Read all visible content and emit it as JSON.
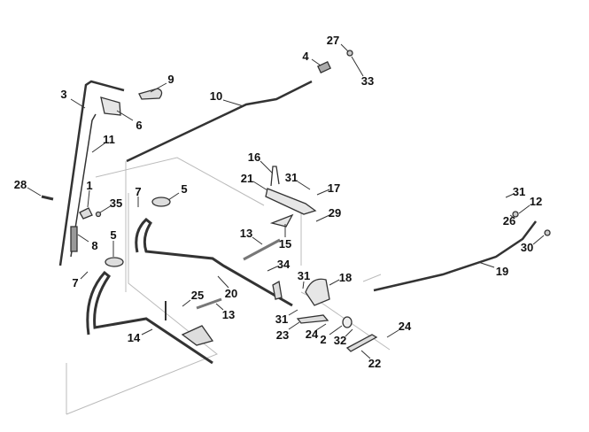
{
  "callouts": [
    "27",
    "4",
    "33",
    "9",
    "3",
    "10",
    "6",
    "11",
    "16",
    "21",
    "31",
    "17",
    "5",
    "7",
    "1",
    "35",
    "28",
    "29",
    "31",
    "12",
    "26",
    "13",
    "15",
    "5",
    "34",
    "8",
    "30",
    "31",
    "18",
    "19",
    "7",
    "20",
    "25",
    "13",
    "31",
    "23",
    "24",
    "2",
    "32",
    "24",
    "14",
    "22"
  ],
  "colors": {
    "line": "#333333",
    "frame": "#bbbbbb",
    "part_fill": "#e6e6e6",
    "text": "#111111"
  }
}
